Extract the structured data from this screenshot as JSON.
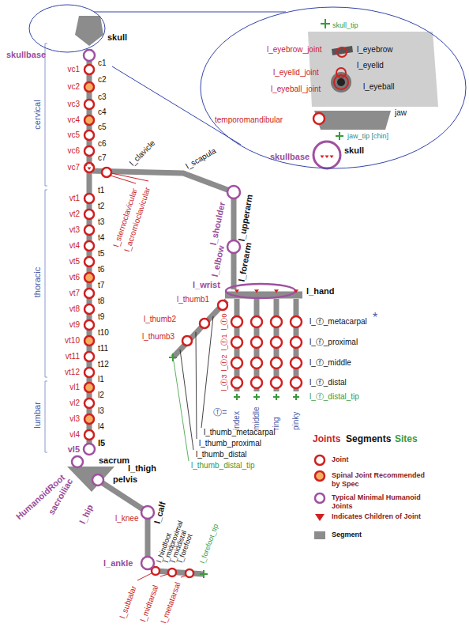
{
  "diagram": {
    "nodes": [
      {
        "text": [
          "skull"
        ]
      },
      {
        "text": [
          "skull_tip",
          "l_eyebrow_joint",
          "l_eyebrow",
          "l_eyelid",
          "l_eyelid_joint",
          "l_eyeball_joint",
          "l_eyeball",
          "jaw",
          "temporomandibular",
          "jaw_tip [chin]",
          "skull",
          "skullbase"
        ]
      }
    ],
    "edges": [
      {
        "from": 0,
        "to": 1,
        "arrow": "none"
      }
    ],
    "labels": [
      "skullbase",
      "vc1",
      "vc2",
      "vc3",
      "vc4",
      "vc5",
      "vc6",
      "vc7",
      "c1",
      "c2",
      "c3",
      "c4",
      "c5",
      "c6",
      "c7",
      "vt1",
      "vt2",
      "vt3",
      "vt4",
      "vt5",
      "vt6",
      "vt7",
      "vt8",
      "vt9",
      "vt10",
      "vt11",
      "vt12",
      "t1",
      "t2",
      "t3",
      "t4",
      "t5",
      "t6",
      "t7",
      "t8",
      "t9",
      "t10",
      "t11",
      "t12",
      "vl1",
      "vl2",
      "vl3",
      "vl4",
      "vl5",
      "l1",
      "l2",
      "l3",
      "l4",
      "l5",
      "cervical",
      "thoracic",
      "lumbar",
      "sacrum",
      "pelvis",
      "HumanoidRoot",
      "sacroiliac",
      "l_thigh",
      "l_hip",
      "l_knee",
      "l_calf",
      "l_hindfoot",
      "l_midproximal",
      "l_middistal",
      "l_forefoot",
      "l_forefoot_tip",
      "l_ankle",
      "l_subtalar",
      "l_midtarsal",
      "l_metatarsal",
      "l_clavicle",
      "l_scapula",
      "l_sternoclavicular",
      "l_acromioclavicular",
      "l_shoulder",
      "l_upperarm",
      "l_elbow",
      "l_forearm",
      "l_wrist",
      "l_hand",
      "l_thumb1",
      "l_thumb2",
      "l_thumb3",
      "l_ⓕ0",
      "l_ⓕ1",
      "l_ⓕ2",
      "l_ⓕ3",
      "l_ⓕ_metacarpal",
      "*",
      "l_ⓕ_proximal",
      "l_ⓕ_middle",
      "l_ⓕ_distal",
      "l_ⓕ_distal_tip",
      "ⓕ=",
      "index",
      "middle",
      "ring",
      "pinky",
      "l_thumb_metacarpal",
      "l_thumb_proximal",
      "l_thumb_distal",
      "l_thumb_distal_tip",
      "Joints",
      "Segments",
      "Sites"
    ],
    "legend": [
      {
        "text": "Joint"
      },
      {
        "text": "Spinal Joint Recommended by Spec"
      },
      {
        "text": "Typical Minimal Humanoid Joints"
      },
      {
        "text": "Indicates Children of Joint"
      },
      {
        "text": "Segment"
      }
    ]
  }
}
